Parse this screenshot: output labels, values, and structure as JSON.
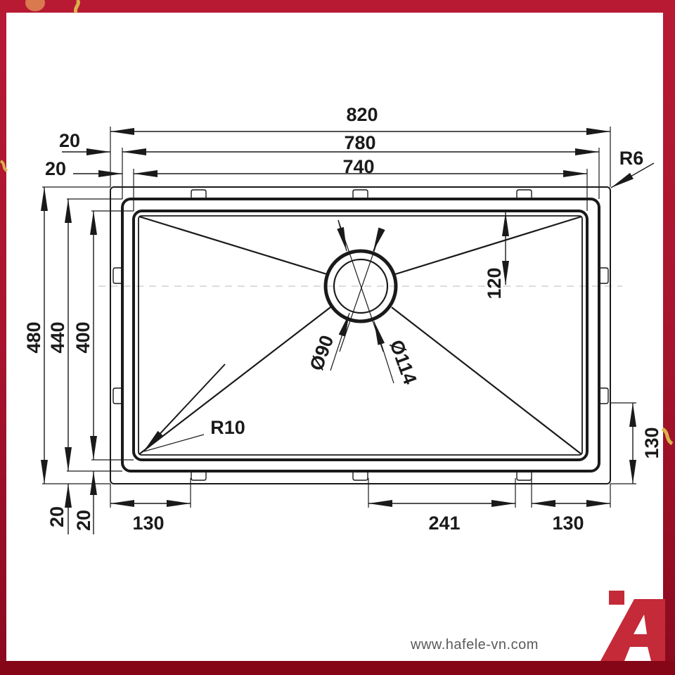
{
  "document": {
    "title": "Sink technical drawing",
    "units": "mm",
    "colors": {
      "frame": "#b51a34",
      "frame_dark": "#850717",
      "line": "#1a1a1a",
      "centerline": "#c8c8c8",
      "logo": "#c42a38",
      "website_text": "#5a5a5a"
    }
  },
  "dimensions": {
    "overall_width": "820",
    "frame_width": "780",
    "bowl_width": "740",
    "left_offset_outer": "20",
    "left_offset_inner": "20",
    "corner_radius_outer": "R6",
    "overall_height": "480",
    "frame_height": "440",
    "bowl_height": "400",
    "bottom_offset_outer": "20",
    "bottom_offset_inner": "20",
    "drain_offset_from_top": "120",
    "drain_inner_diameter": "Ø90",
    "drain_outer_diameter": "Ø114",
    "bowl_corner_radius": "R10",
    "clip_spacing_left": "130",
    "clip_spacing_middle": "241",
    "clip_spacing_right": "130",
    "clip_height_right": "130"
  },
  "footer": {
    "website": "www.hafele-vn.com",
    "logo_icon": "hafele-a-logo-icon"
  }
}
